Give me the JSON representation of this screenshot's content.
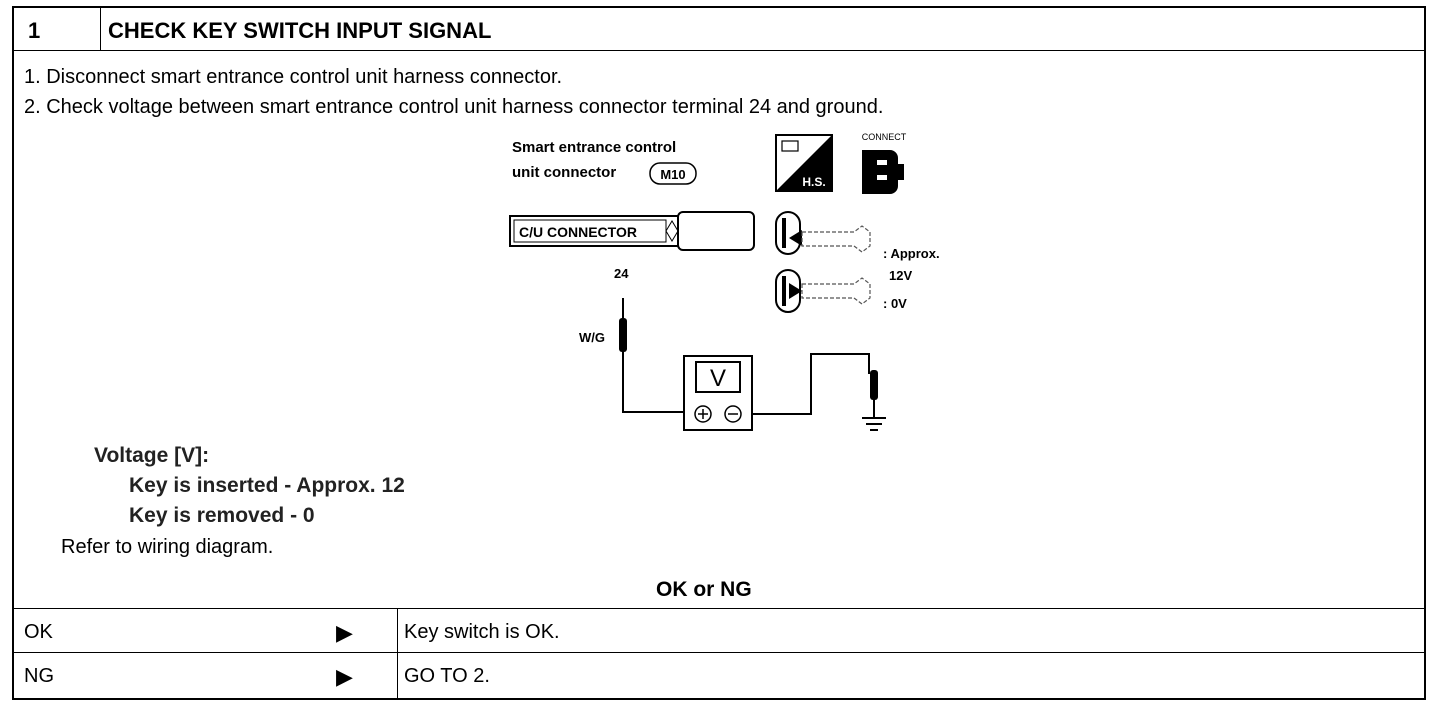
{
  "header": {
    "number": "1",
    "title": "CHECK KEY SWITCH INPUT SIGNAL"
  },
  "steps": [
    "1.  Disconnect smart entrance control unit harness connector.",
    "2.  Check voltage between smart entrance control unit harness connector terminal 24 and ground."
  ],
  "diagram": {
    "caption_line1": "Smart entrance control",
    "caption_line2": "unit connector",
    "connector_id": "M10",
    "hs_label": "H.S.",
    "connect_label": "CONNECT",
    "cu_connector": "C/U CONNECTOR",
    "terminal": "24",
    "wire_color": "W/G",
    "meter_label": "V",
    "key_inserted_label_1": ": Approx.",
    "key_inserted_label_2": "12V",
    "key_removed_label": ": 0V"
  },
  "spec": {
    "heading": "Voltage [V]:",
    "inserted": "Key is inserted - Approx. 12",
    "removed": "Key is removed - 0",
    "refer": "Refer to wiring diagram."
  },
  "result": {
    "question": "OK or NG",
    "rows": [
      {
        "label": "OK",
        "arrow": "▶",
        "action": "Key switch is OK."
      },
      {
        "label": "NG",
        "arrow": "▶",
        "action": "GO TO 2."
      }
    ]
  }
}
